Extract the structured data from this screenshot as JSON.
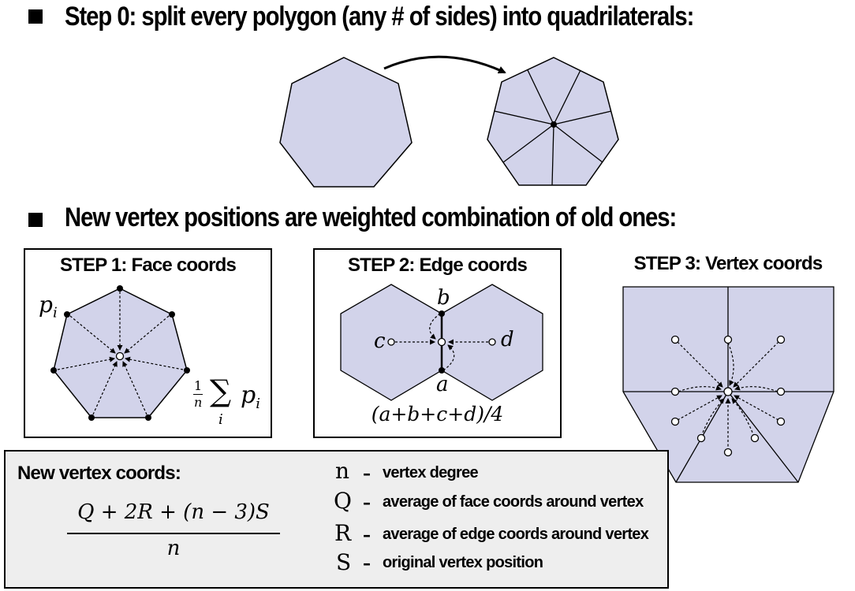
{
  "headings": {
    "step0": "Step 0: split every polygon (any # of sides) into quadrilaterals:",
    "weights": "New vertex positions are weighted combination of old ones:"
  },
  "steps": {
    "step1": {
      "title": "STEP 1: Face coords",
      "point_label": "p",
      "point_subscript": "i",
      "formula_num": "1",
      "formula_den": "n",
      "formula_sum": "∑",
      "formula_index": "i",
      "formula_term": "p",
      "formula_term_sub": "i"
    },
    "step2": {
      "title": "STEP 2: Edge coords",
      "label_a": "a",
      "label_b": "b",
      "label_c": "c",
      "label_d": "d",
      "formula": "(a+b+c+d)/4"
    },
    "step3": {
      "title": "STEP 3: Vertex coords"
    }
  },
  "legend": {
    "title": "New vertex coords:",
    "formula_numerator": "Q + 2R + (n − 3)S",
    "formula_denominator": "n",
    "items": [
      {
        "symbol": "n",
        "dash": "–",
        "description": "vertex degree"
      },
      {
        "symbol": "Q",
        "dash": "–",
        "description": "average of face coords around vertex"
      },
      {
        "symbol": "R",
        "dash": "–",
        "description": "average of edge coords around vertex"
      },
      {
        "symbol": "S",
        "dash": "–",
        "description": "original vertex position"
      }
    ]
  },
  "colors": {
    "face_fill": "#d2d3ea",
    "panel_fill": "#eeeeee",
    "stroke": "#000000"
  }
}
